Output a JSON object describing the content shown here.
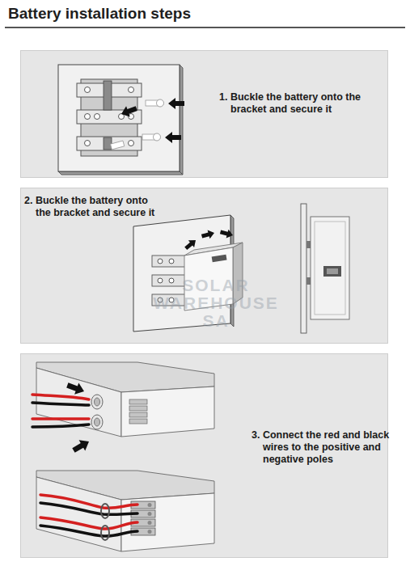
{
  "diagram": {
    "title": "Battery installation steps",
    "nodes": [
      {
        "text": [
          "1. Buckle the battery onto the bracket and secure it"
        ]
      },
      {
        "text": [
          "2. Buckle the battery onto the bracket and secure it"
        ]
      },
      {
        "text": [
          "3. Connect the red and black wires to the positive and negative poles"
        ]
      }
    ],
    "labels": [
      "SOLAR WAREHOUSE SA"
    ]
  }
}
